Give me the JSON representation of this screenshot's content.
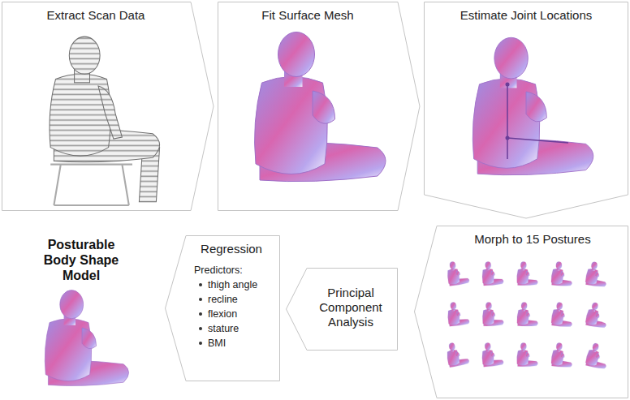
{
  "diagram": {
    "nodes": [
      {
        "text": [
          "Extract Scan Data"
        ]
      },
      {
        "text": [
          "Fit Surface Mesh"
        ]
      },
      {
        "text": [
          "Estimate Joint Locations"
        ]
      },
      {
        "text": [
          "Morph to 15 Postures"
        ]
      },
      {
        "text": [
          "Principal Component Analysis"
        ]
      },
      {
        "text": [
          "Regression",
          "Predictors:",
          "thigh angle",
          "recline",
          "flexion",
          "stature",
          "BMI"
        ]
      }
    ],
    "labels": [
      "Posturable Body Shape Model"
    ]
  }
}
